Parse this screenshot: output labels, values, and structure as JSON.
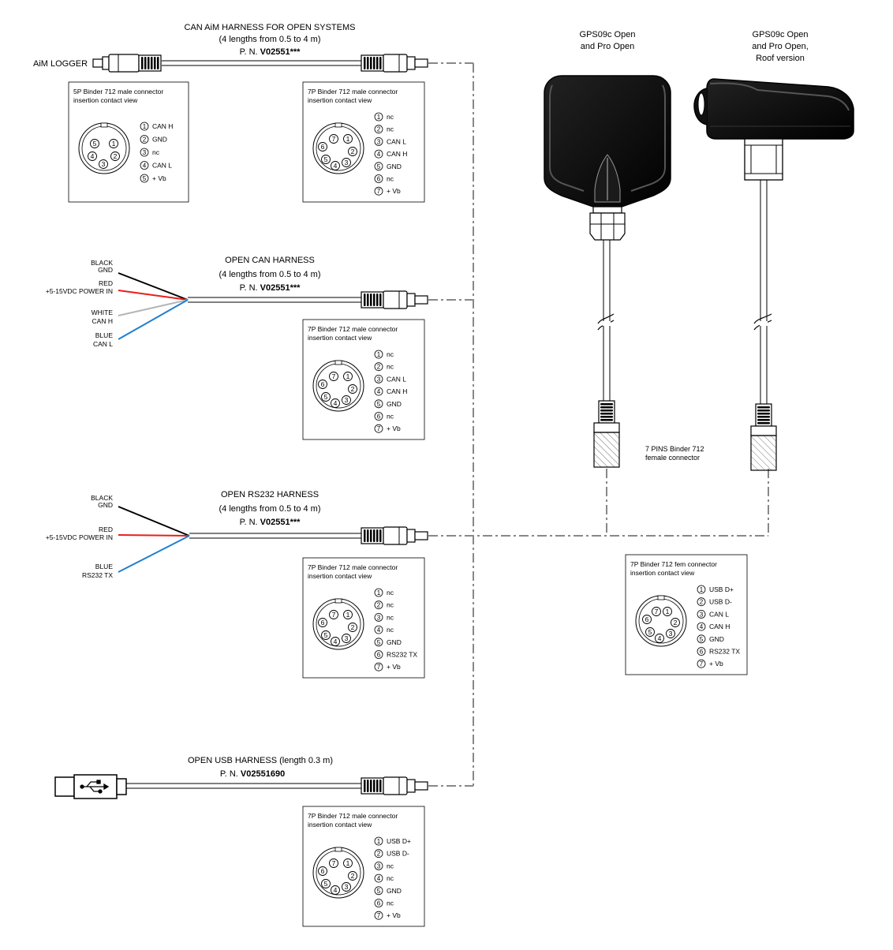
{
  "harness_can_aim": {
    "title": "CAN AiM HARNESS FOR OPEN SYSTEMS",
    "lengths": "(4 lengths from 0.5 to 4 m)",
    "pn_prefix": "P. N.",
    "pn_code": "V02551",
    "pn_suffix": "***",
    "logger_label": "AiM LOGGER"
  },
  "harness_open_can": {
    "title": "OPEN CAN HARNESS",
    "lengths": "(4 lengths from 0.5 to 4 m)",
    "pn_prefix": "P. N.",
    "pn_code": "V02551",
    "pn_suffix": "***",
    "wires": [
      {
        "color_name": "BLACK",
        "signal": "GND",
        "color": "#000000"
      },
      {
        "color_name": "RED",
        "signal": "+5-15VDC POWER IN",
        "color": "#e8201c"
      },
      {
        "color_name": "WHITE",
        "signal": "CAN H",
        "color": "#b5b5b5"
      },
      {
        "color_name": "BLUE",
        "signal": "CAN L",
        "color": "#1f7fd0"
      }
    ]
  },
  "harness_open_rs232": {
    "title": "OPEN RS232 HARNESS",
    "lengths": "(4 lengths from 0.5 to 4 m)",
    "pn_prefix": "P. N.",
    "pn_code": "V02551",
    "pn_suffix": "***",
    "wires": [
      {
        "color_name": "BLACK",
        "signal": "GND",
        "color": "#000000"
      },
      {
        "color_name": "RED",
        "signal": "+5-15VDC POWER IN",
        "color": "#e8201c"
      },
      {
        "color_name": "BLUE",
        "signal": "RS232 TX",
        "color": "#1f7fd0"
      }
    ]
  },
  "harness_open_usb": {
    "title": "OPEN USB HARNESS (length 0.3 m)",
    "pn_prefix": "P. N.",
    "pn_code": "V02551690",
    "usb_icon": "usb-icon"
  },
  "gps_devices": {
    "standard": {
      "line1": "GPS09c Open",
      "line2": "and Pro Open"
    },
    "roof": {
      "line1": "GPS09c Open",
      "line2": "and Pro Open,",
      "line3": "Roof version"
    },
    "connector_note": {
      "line1": "7 PINS Binder 712",
      "line2": "female connector"
    }
  },
  "pinout_boxes": {
    "logger_5p": {
      "title1": "5P Binder 712 male connector",
      "title2": "insertion contact view",
      "pins": [
        {
          "n": "1",
          "label": "CAN H"
        },
        {
          "n": "2",
          "label": "GND"
        },
        {
          "n": "3",
          "label": "nc"
        },
        {
          "n": "4",
          "label": "CAN L"
        },
        {
          "n": "5",
          "label": "+ Vb"
        }
      ]
    },
    "can_aim_7p": {
      "title1": "7P Binder 712 male connector",
      "title2": "insertion contact view",
      "pins": [
        {
          "n": "1",
          "label": "nc"
        },
        {
          "n": "2",
          "label": "nc"
        },
        {
          "n": "3",
          "label": "CAN L"
        },
        {
          "n": "4",
          "label": "CAN H"
        },
        {
          "n": "5",
          "label": "GND"
        },
        {
          "n": "6",
          "label": "nc"
        },
        {
          "n": "7",
          "label": "+ Vb"
        }
      ]
    },
    "open_can_7p": {
      "title1": "7P Binder 712 male connector",
      "title2": "insertion contact view",
      "pins": [
        {
          "n": "1",
          "label": "nc"
        },
        {
          "n": "2",
          "label": "nc"
        },
        {
          "n": "3",
          "label": "CAN L"
        },
        {
          "n": "4",
          "label": "CAN H"
        },
        {
          "n": "5",
          "label": "GND"
        },
        {
          "n": "6",
          "label": "nc"
        },
        {
          "n": "7",
          "label": "+ Vb"
        }
      ]
    },
    "rs232_7p": {
      "title1": "7P Binder 712 male connector",
      "title2": "insertion contact view",
      "pins": [
        {
          "n": "1",
          "label": "nc"
        },
        {
          "n": "2",
          "label": "nc"
        },
        {
          "n": "3",
          "label": "nc"
        },
        {
          "n": "4",
          "label": "nc"
        },
        {
          "n": "5",
          "label": "GND"
        },
        {
          "n": "6",
          "label": "RS232 TX"
        },
        {
          "n": "7",
          "label": "+ Vb"
        }
      ]
    },
    "gps_fem_7p": {
      "title1": "7P Binder 712 fem connector",
      "title2": "insertion contact view",
      "pins": [
        {
          "n": "1",
          "label": "USB D+"
        },
        {
          "n": "2",
          "label": "USB D-"
        },
        {
          "n": "3",
          "label": "CAN L"
        },
        {
          "n": "4",
          "label": "CAN H"
        },
        {
          "n": "5",
          "label": "GND"
        },
        {
          "n": "6",
          "label": "RS232 TX"
        },
        {
          "n": "7",
          "label": "+ Vb"
        }
      ]
    },
    "usb_7p": {
      "title1": "7P Binder 712 male connector",
      "title2": "insertion contact view",
      "pins": [
        {
          "n": "1",
          "label": "USB D+"
        },
        {
          "n": "2",
          "label": "USB D-"
        },
        {
          "n": "3",
          "label": "nc"
        },
        {
          "n": "4",
          "label": "nc"
        },
        {
          "n": "5",
          "label": "GND"
        },
        {
          "n": "6",
          "label": "nc"
        },
        {
          "n": "7",
          "label": "+ Vb"
        }
      ]
    }
  }
}
